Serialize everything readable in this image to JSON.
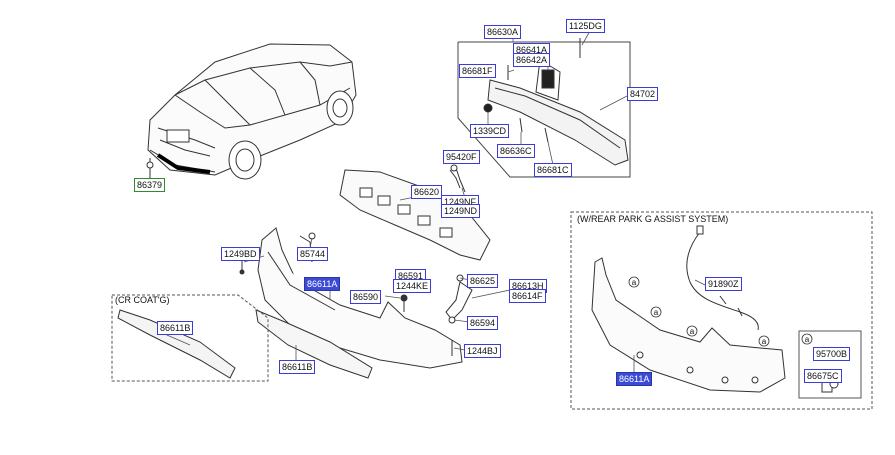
{
  "captions": {
    "cr_coat": "(CR COAT'G)",
    "rear_park": "(W/REAR PARK G ASSIST SYSTEM)",
    "inset_marker": "a"
  },
  "labels": {
    "p86630A": "86630A",
    "p1125DG": "1125DG",
    "p86641A": "86641A",
    "p86642A": "86642A",
    "p86681F": "86681F",
    "p84702": "84702",
    "p1339CD": "1339CD",
    "p86636C": "86636C",
    "p86681C": "86681C",
    "p95420F": "95420F",
    "p86620": "86620",
    "p1249NF": "1249NF",
    "p1249ND": "1249ND",
    "p86379": "86379",
    "p1249BD": "1249BD",
    "p85744": "85744",
    "p86611A": "86611A",
    "p86591": "86591",
    "p1244KE": "1244KE",
    "p86590": "86590",
    "p86625": "86625",
    "p86613H": "86613H",
    "p86614F": "86614F",
    "p86594": "86594",
    "p1244BJ": "1244BJ",
    "p86611B_left": "86611B",
    "p86611B_bottom": "86611B",
    "p91890Z": "91890Z",
    "p86611A_right": "86611A",
    "p95700B": "95700B",
    "p86675C": "86675C"
  },
  "markers": {
    "a": "a"
  },
  "colors": {
    "label_border": "#3b3bd6",
    "highlight": "#3b4bd6",
    "green_label": "#2e8b2e",
    "line": "#333333"
  }
}
